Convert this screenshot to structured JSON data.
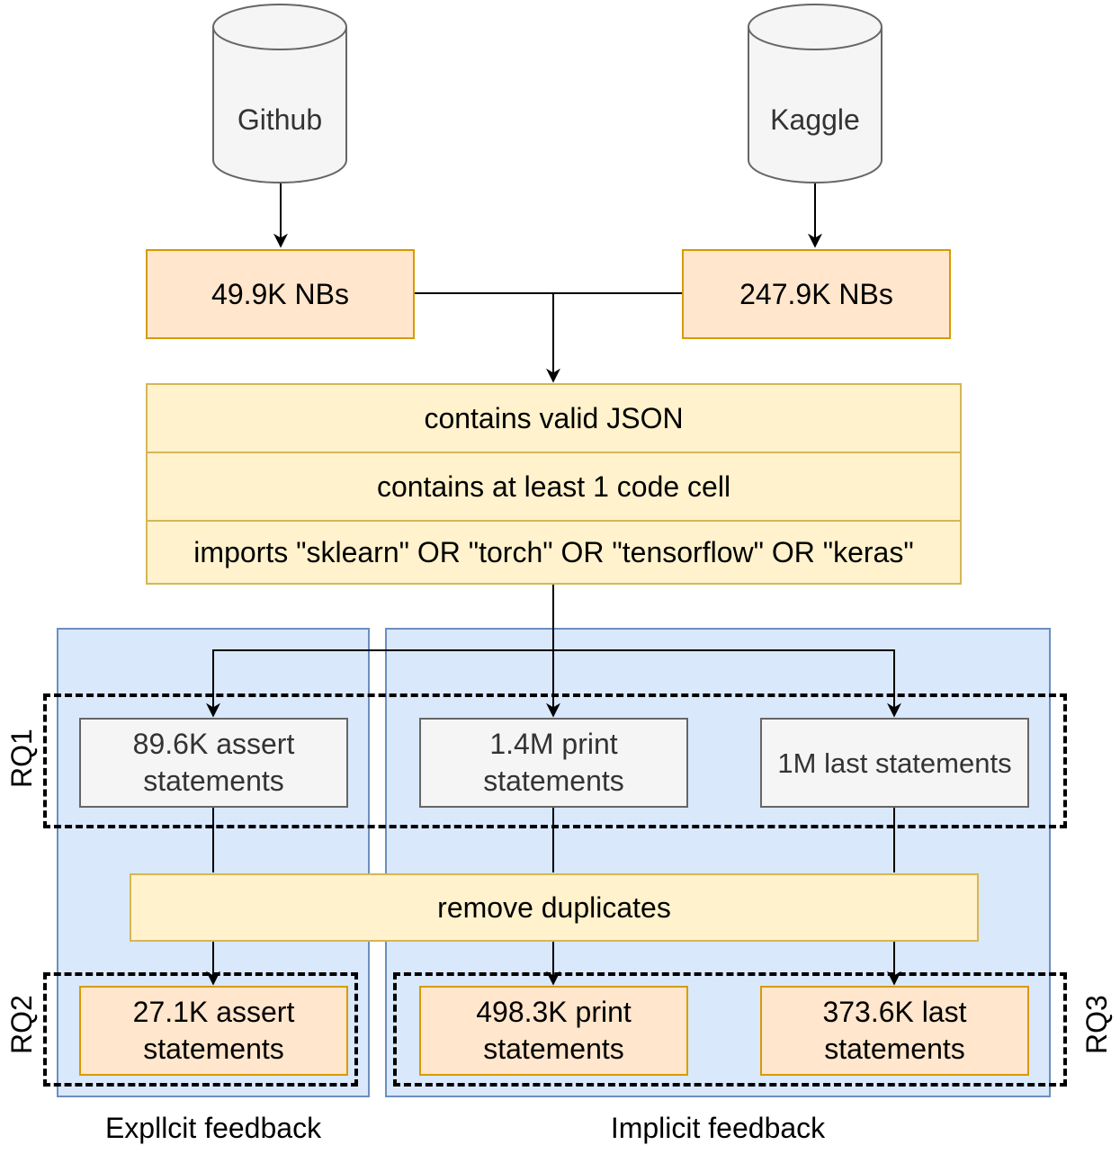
{
  "sources": {
    "github": {
      "label": "Github"
    },
    "kaggle": {
      "label": "Kaggle"
    }
  },
  "notebooks": {
    "github": "49.9K NBs",
    "kaggle": "247.9K NBs"
  },
  "filters": [
    "contains valid JSON",
    "contains at least 1 code cell",
    "imports \"sklearn\" OR \"torch\" OR \"tensorflow\" OR \"keras\""
  ],
  "rq1": {
    "label": "RQ1",
    "assert": "89.6K assert statements",
    "print": "1.4M print statements",
    "last": "1M last statements"
  },
  "dedup": "remove duplicates",
  "rq2": {
    "label": "RQ2",
    "assert": "27.1K assert statements"
  },
  "rq3": {
    "label": "RQ3",
    "print": "498.3K print statements",
    "last": "373.6K last statements"
  },
  "groups": {
    "explicit": "Expllcit feedback",
    "implicit": "Implicit feedback"
  },
  "colors": {
    "orange_fill": "#ffe6cc",
    "orange_stroke": "#d79b00",
    "yellow_fill": "#fff2cc",
    "yellow_stroke": "#d6b656",
    "gray_fill": "#f5f5f5",
    "gray_stroke": "#666666",
    "blue_fill": "#dae8fc",
    "blue_stroke": "#6c8ebf"
  }
}
